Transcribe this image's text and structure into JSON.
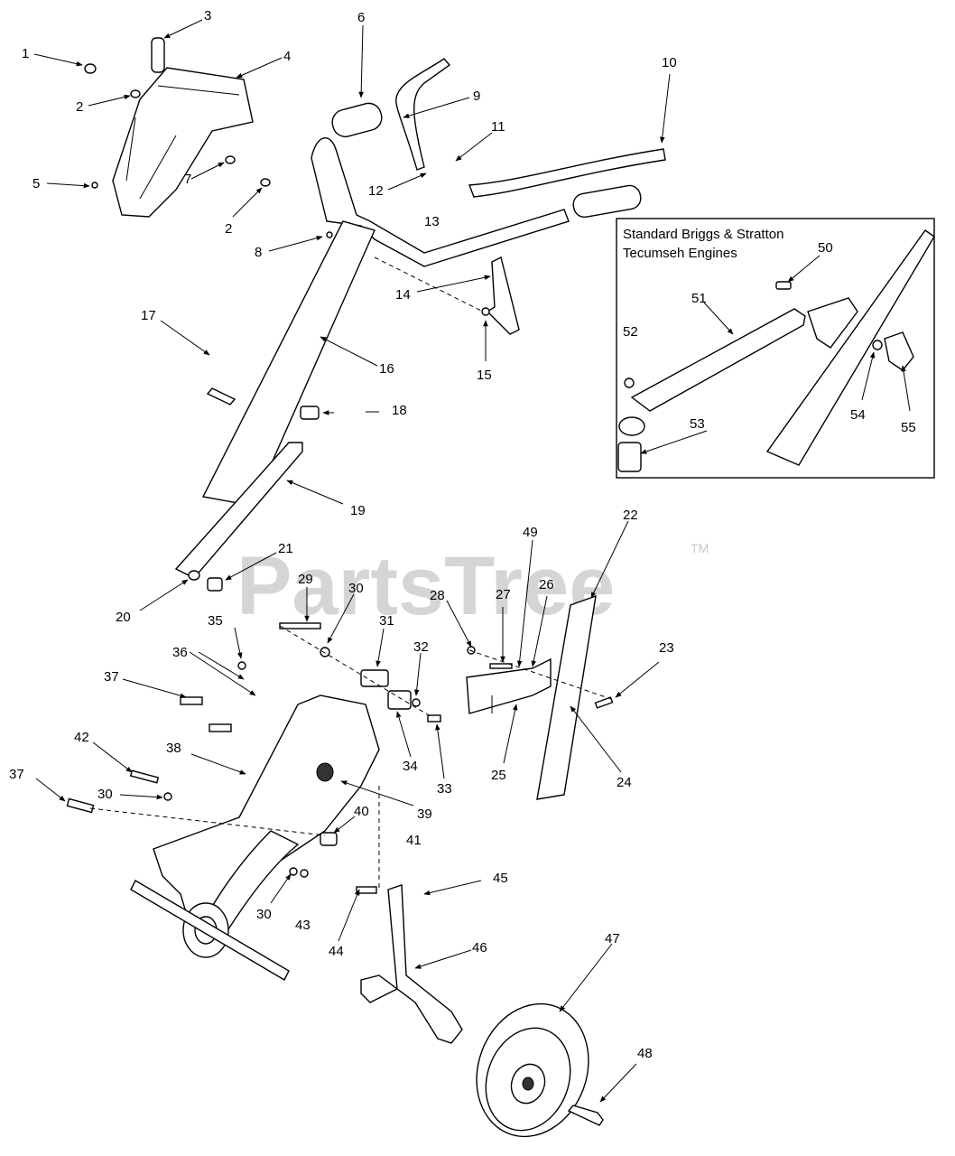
{
  "watermark": {
    "text": "PartsTree",
    "tm": "TM"
  },
  "inset": {
    "title_line1": "Standard Briggs & Stratton",
    "title_line2": "Tecumseh Engines"
  },
  "callouts": {
    "c1": "1",
    "c2a": "2",
    "c2b": "2",
    "c3": "3",
    "c4": "4",
    "c5": "5",
    "c6": "6",
    "c7": "7",
    "c8": "8",
    "c9": "9",
    "c10": "10",
    "c11": "11",
    "c12": "12",
    "c13": "13",
    "c14": "14",
    "c15": "15",
    "c16": "16",
    "c17": "17",
    "c18": "18",
    "c19": "19",
    "c20": "20",
    "c21": "21",
    "c22": "22",
    "c23": "23",
    "c24": "24",
    "c25": "25",
    "c26": "26",
    "c27": "27",
    "c28": "28",
    "c29": "29",
    "c30a": "30",
    "c30b": "30",
    "c30c": "30",
    "c31": "31",
    "c32": "32",
    "c33": "33",
    "c34": "34",
    "c35": "35",
    "c36": "36",
    "c37a": "37",
    "c37b": "37",
    "c38": "38",
    "c39": "39",
    "c40": "40",
    "c41": "41",
    "c42": "42",
    "c43": "43",
    "c44": "44",
    "c45": "45",
    "c46": "46",
    "c47": "47",
    "c48": "48",
    "c49": "49",
    "c50": "50",
    "c51": "51",
    "c52": "52",
    "c53": "53",
    "c54": "54",
    "c55": "55"
  }
}
